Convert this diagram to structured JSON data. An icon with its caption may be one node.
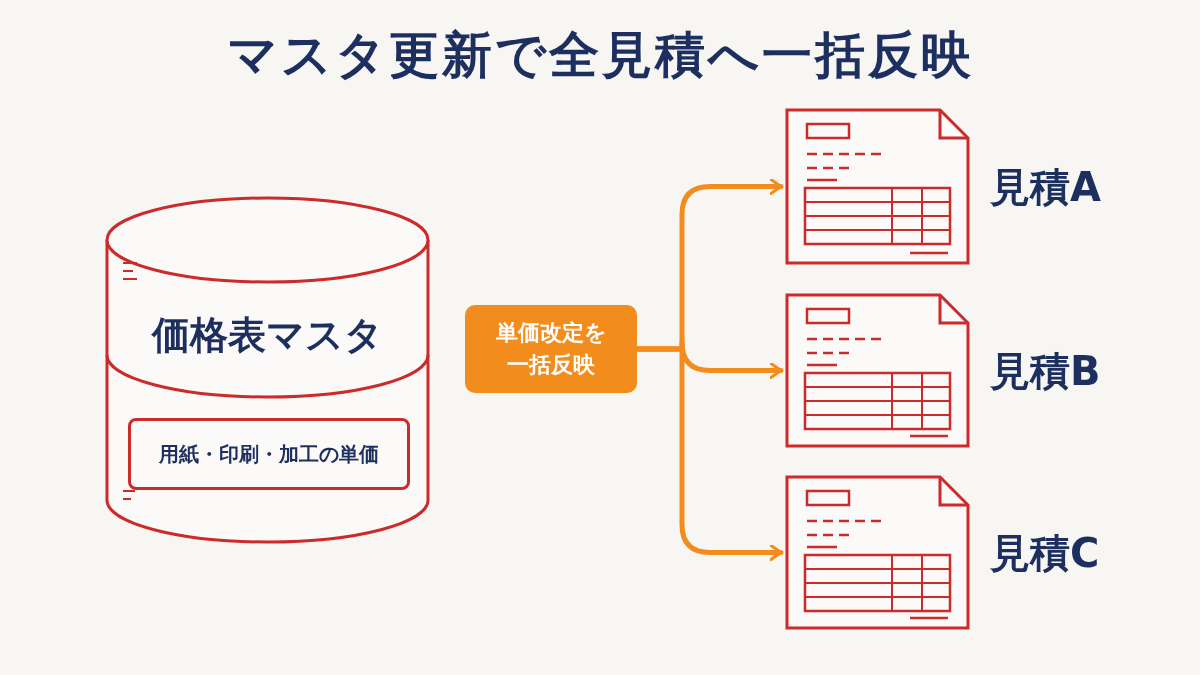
{
  "diagram": {
    "title": "マスタ更新で全見積へ一括反映",
    "nodes": [
      {
        "text": [
          "価格表マスタ"
        ]
      },
      {
        "text": [
          "用紙・印刷・加工の単価"
        ],
        "in": 0
      },
      {
        "text": [
          "単価改定を一括反映"
        ]
      },
      {
        "text": [
          "見積A"
        ]
      },
      {
        "text": [
          "見積B"
        ]
      },
      {
        "text": [
          "見積C"
        ]
      }
    ],
    "edges": [
      {
        "from": 2,
        "to": 3,
        "arrow": "to"
      },
      {
        "from": 2,
        "to": 4,
        "arrow": "to"
      },
      {
        "from": 2,
        "to": 5,
        "arrow": "to"
      }
    ]
  }
}
